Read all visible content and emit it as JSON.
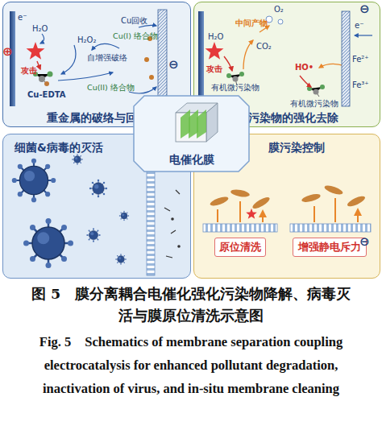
{
  "diagram": {
    "caption": "图 5　膜分离耦合电催化强化污染物降解、病毒灭活与膜原位清洗示意图",
    "nodes": [
      {
        "text": [
          "重金属的破络与回收"
        ]
      },
      {
        "text": [
          "微污染物的强化去除"
        ]
      },
      {
        "text": [
          "电催化膜"
        ]
      },
      {
        "text": [
          "细菌&病毒的灭活"
        ]
      },
      {
        "text": [
          "膜污染控制"
        ]
      },
      {
        "text": [
          "原位清洗"
        ],
        "in": 4
      },
      {
        "text": [
          "增强静电斥力"
        ],
        "in": 4
      }
    ],
    "labels": [
      "⊕",
      "e⁻",
      "H₂O",
      "攻击",
      "Cu-EDTA",
      "H₂O₂",
      "Cu回收",
      "Cu(I) 络合物",
      "自增强破络",
      "Cu(II) 络合物",
      "⊖",
      "O₂",
      "⊖",
      "e⁻",
      "H₂O",
      "中间产物",
      "CO₂",
      "攻击",
      "HO•",
      "Fe²⁺",
      "Fe³⁺",
      "有机微污染物",
      "有机微污染物",
      "⊖",
      "Fig. 5　Schematics of membrane separation coupling electrocatalysis for enhanced pollutant degradation, inactivation of virus, and in-situ membrane cleaning"
    ]
  }
}
